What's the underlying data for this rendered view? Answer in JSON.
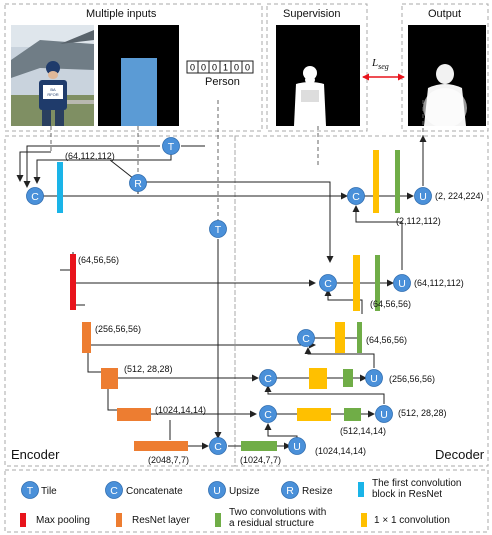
{
  "panels": {
    "inputs_title": "Multiple inputs",
    "supervision_title": "Supervision",
    "output_title": "Output",
    "onehot_digits": [
      "0",
      "0",
      "0",
      "1",
      "0",
      "0"
    ],
    "onehot_label": "Person",
    "loss_label": "L",
    "loss_sub": "seg",
    "photo_chest_text": "BA\nRFOR"
  },
  "sections": {
    "encoder": "Encoder",
    "decoder": "Decoder"
  },
  "ops": {
    "tile": "T",
    "concat": "C",
    "upsize": "U",
    "resize": "R"
  },
  "shapes": {
    "e1": "(64,112,112)",
    "e2": "(64,56,56)",
    "e3": "(256,56,56)",
    "e4": "(512, 28,28)",
    "e5": "(1024,14,14)",
    "e6": "(2048,7,7)",
    "d0": "(1024,7,7)",
    "d0u": "(1024,14,14)",
    "d1": "(512,14,14)",
    "d1u": "(512, 28,28)",
    "d2u": "(256,56,56)",
    "d3": "(64,56,56)",
    "d4": "(64,56,56)",
    "d4u": "(64,112,112)",
    "d5": "(2,112,112)",
    "d5u": "(2, 224,224)"
  },
  "legend": {
    "tile": "Tile",
    "concat": "Concatenate",
    "upsize": "Upsize",
    "resize": "Resize",
    "first_conv": "The first convolution\nblock in ResNet",
    "maxpool": "Max pooling",
    "resnet": "ResNet layer",
    "twoconv": "Two convolutions with\na residual structure",
    "conv1": "1 × 1 convolution"
  },
  "colors": {
    "circle": "#4a90d9",
    "cyan": "#1ab4e8",
    "red": "#e8141c",
    "orange": "#ed7d31",
    "green": "#70ad47",
    "yellow": "#ffc000",
    "mask_blue": "#5b9bd5",
    "arrow_red": "#e8141c"
  }
}
